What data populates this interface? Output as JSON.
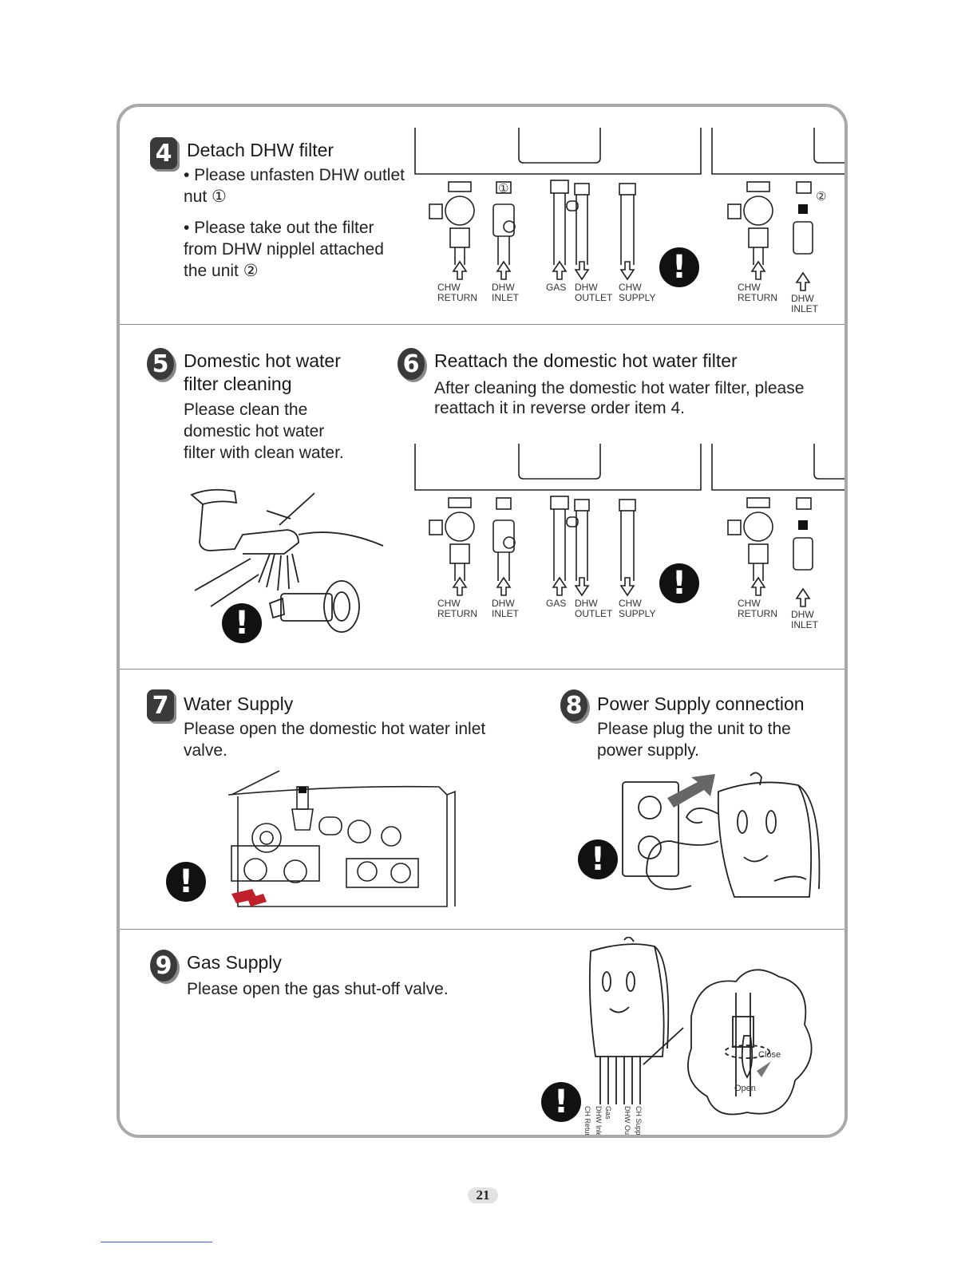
{
  "step4": {
    "number": "4",
    "title": "Detach DHW filter",
    "bullet1": "• Please unfasten DHW outlet nut ①",
    "bullet2": "• Please take out the filter from DHW nipplel attached the unit ②",
    "callout1": "①",
    "callout2": "②",
    "labels_main": [
      "CHW RETURN",
      "DHW INLET",
      "GAS",
      "DHW OUTLET",
      "CHW SUPPLY"
    ],
    "labels_side": [
      "CHW RETURN",
      "DHW INLET"
    ]
  },
  "step5": {
    "number": "5",
    "title": "Domestic hot water filter cleaning",
    "body": "Please clean the domestic hot water filter with clean water."
  },
  "step6": {
    "number": "6",
    "title": "Reattach the domestic hot water filter",
    "body": "After cleaning the domestic hot water filter, please reattach it in reverse order item 4.",
    "labels_main": [
      "CHW RETURN",
      "DHW INLET",
      "GAS",
      "DHW OUTLET",
      "CHW SUPPLY"
    ],
    "labels_side": [
      "CHW RETURN",
      "DHW INLET"
    ]
  },
  "step7": {
    "number": "7",
    "title": "Water Supply",
    "body": "Please open the domestic hot water inlet valve."
  },
  "step8": {
    "number": "8",
    "title": "Power Supply connection",
    "body": "Please plug the unit to the power supply."
  },
  "step9": {
    "number": "9",
    "title": "Gas Supply",
    "body": "Please open the gas shut-off valve.",
    "close_label": "Close",
    "open_label": "Open",
    "pipe_labels": [
      "CH Return",
      "DHW Inlet",
      "Gas",
      "DHW Outlet",
      "CH Supply"
    ]
  },
  "warning_symbol": "!",
  "page_number": "21"
}
